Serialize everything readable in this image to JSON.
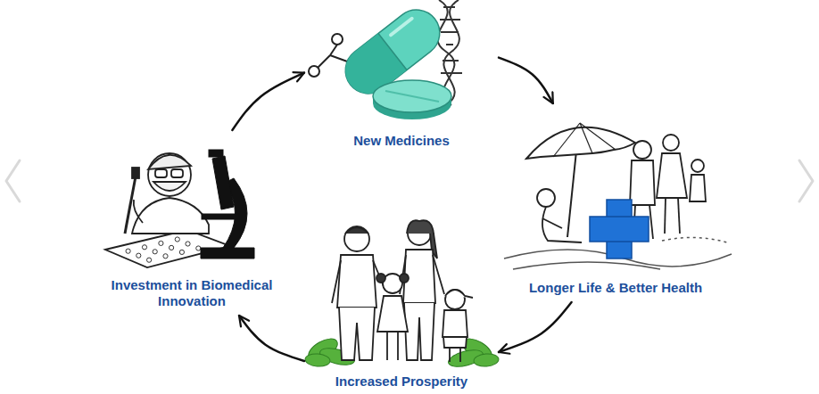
{
  "diagram": {
    "nodes": [
      {
        "text": [
          "New Medicines"
        ]
      },
      {
        "text": [
          "Investment in Biomedical Innovation"
        ]
      },
      {
        "text": [
          "Longer Life & Better Health"
        ]
      },
      {
        "text": [
          "Increased Prosperity"
        ]
      }
    ],
    "edges": [
      {
        "from": 1,
        "to": 0,
        "arrow": "to"
      },
      {
        "from": 0,
        "to": 2,
        "arrow": "to"
      },
      {
        "from": 2,
        "to": 3,
        "arrow": "to"
      },
      {
        "from": 3,
        "to": 1,
        "arrow": "to"
      }
    ]
  }
}
